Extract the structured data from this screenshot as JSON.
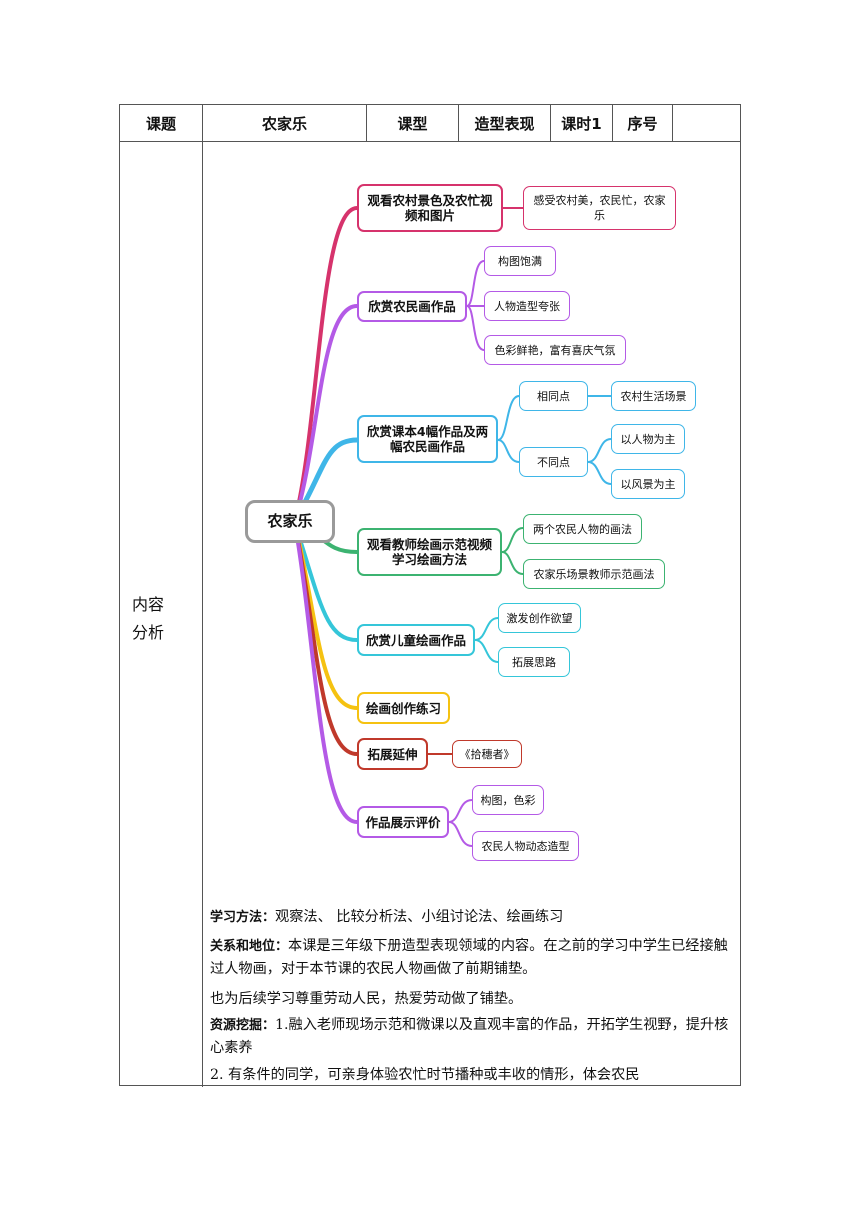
{
  "header": {
    "topic_label": "课题",
    "topic_value": "农家乐",
    "type_label": "课型",
    "type_value": "造型表现",
    "hours_label": "课时1",
    "seq_label": "序号",
    "seq_value": ""
  },
  "section": {
    "label_line1": "内容",
    "label_line2": "分析"
  },
  "mindmap": {
    "root": "农家乐",
    "colors": {
      "crimson": "#d6336c",
      "purple": "#b45ae6",
      "blue": "#3fb6e8",
      "green": "#3cb371",
      "cyan": "#35c6d9",
      "yellow": "#f5c211",
      "darkred": "#c0392b"
    },
    "branches": [
      {
        "label": "观看农村景色及农忙视频和图片",
        "children": [
          "感受农村美，农民忙，农家乐"
        ]
      },
      {
        "label": "欣赏农民画作品",
        "children": [
          "构图饱满",
          "人物造型夸张",
          "色彩鲜艳，富有喜庆气氛"
        ]
      },
      {
        "label": "欣赏课本4幅作品及两幅农民画作品",
        "children": [
          "相同点",
          "不同点"
        ],
        "grandchildren": {
          "same": [
            "农村生活场景"
          ],
          "diff": [
            "以人物为主",
            "以风景为主"
          ]
        }
      },
      {
        "label": "观看教师绘画示范视频学习绘画方法",
        "children": [
          "两个农民人物的画法",
          "农家乐场景教师示范画法"
        ]
      },
      {
        "label": "欣赏儿童绘画作品",
        "children": [
          "激发创作欲望",
          "拓展思路"
        ]
      },
      {
        "label": "绘画创作练习",
        "children": []
      },
      {
        "label": "拓展延伸",
        "children": [
          "《拾穗者》"
        ]
      },
      {
        "label": "作品展示评价",
        "children": [
          "构图，色彩",
          "农民人物动态造型"
        ]
      }
    ]
  },
  "paragraphs": {
    "method_label": "学习方法：",
    "method_text": "观察法、 比较分析法、小组讨论法、绘画练习",
    "relation_label": "关系和地位：",
    "relation_text": "本课是三年级下册造型表现领域的内容。在之前的学习中学生已经接触过人物画，对于本节课的农民人物画做了前期铺垫。",
    "relation_text2": "也为后续学习尊重劳动人民，热爱劳动做了铺垫。",
    "resource_label": "资源挖掘：",
    "resource_text": "1.融入老师现场示范和微课以及直观丰富的作品，开拓学生视野，提升核心素养",
    "resource_text2": "2. 有条件的同学，可亲身体验农忙时节播种或丰收的情形，体会农民"
  }
}
